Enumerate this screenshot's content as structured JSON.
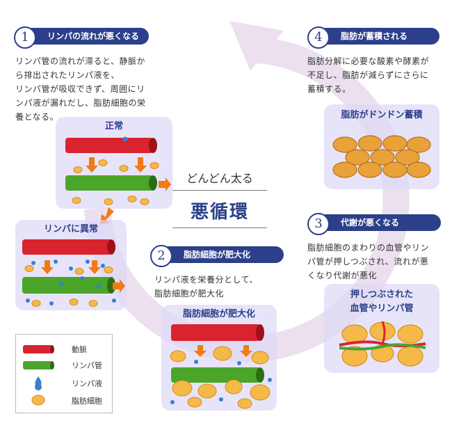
{
  "center": {
    "line1": "どんどん太る",
    "line2": "悪循環"
  },
  "steps": [
    {
      "num": "1",
      "title": "リンパの流れが悪くなる",
      "text": "リンパ管の流れが滞ると、静脈か\nら排出されたリンパ液を、\nリンパ管が吸収できず、周囲にリ\nンパ液が漏れだし、脂肪細胞の栄\n養となる。"
    },
    {
      "num": "2",
      "title": "脂肪細胞が肥大化",
      "text": "リンパ液を栄養分として、\n脂肪細胞が肥大化"
    },
    {
      "num": "3",
      "title": "代謝が悪くなる",
      "text": "脂肪細胞のまわりの血管やリン\nパ管が押しつぶされ、流れが悪\nくなり代謝が悪化"
    },
    {
      "num": "4",
      "title": "脂肪が蓄積される",
      "text": "脂肪分解に必要な酸素や酵素が\n不足し、脂肪が減らずにさらに\n蓄積する。"
    }
  ],
  "panels": {
    "normal": "正常",
    "abnormal": "リンパに異常",
    "enlarged": "脂肪細胞が肥大化",
    "squeezed": "押しつぶされた\n血管やリンパ管",
    "accumulate": "脂肪がドンドン蓄積"
  },
  "legend": [
    {
      "label": "動脈",
      "icon": "artery-icon"
    },
    {
      "label": "リンパ管",
      "icon": "lymph-vessel-icon"
    },
    {
      "label": "リンパ液",
      "icon": "lymph-drop-icon"
    },
    {
      "label": "脂肪細胞",
      "icon": "fat-cell-icon"
    }
  ],
  "colors": {
    "navy": "#2b3f8a",
    "artery": "#d9232e",
    "lymph": "#4aa52a",
    "drop": "#3a7fd0",
    "fat": "#f0a532",
    "arrow": "#f07b14",
    "panel": "#ddd8f6",
    "cycle": "#e6d3ea"
  }
}
